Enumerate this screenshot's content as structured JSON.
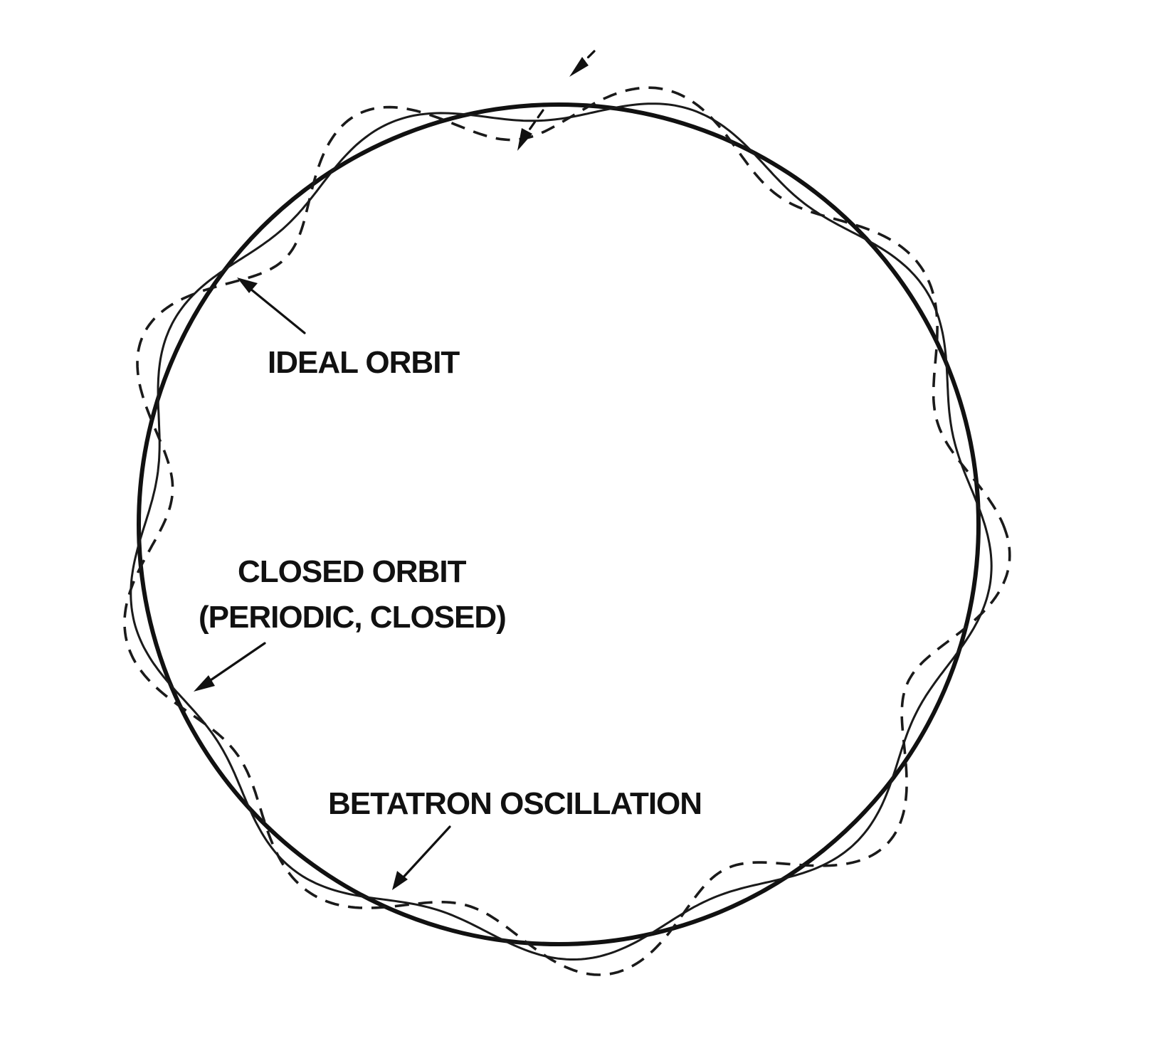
{
  "labels": {
    "ideal_orbit": "IDEAL ORBIT",
    "closed_orbit_line1": "CLOSED  ORBIT",
    "closed_orbit_line2": "(PERIODIC, CLOSED)",
    "betatron_oscillation": "BETATRON OSCILLATION"
  },
  "colors": {
    "ink": "#111111",
    "background": "#ffffff"
  }
}
